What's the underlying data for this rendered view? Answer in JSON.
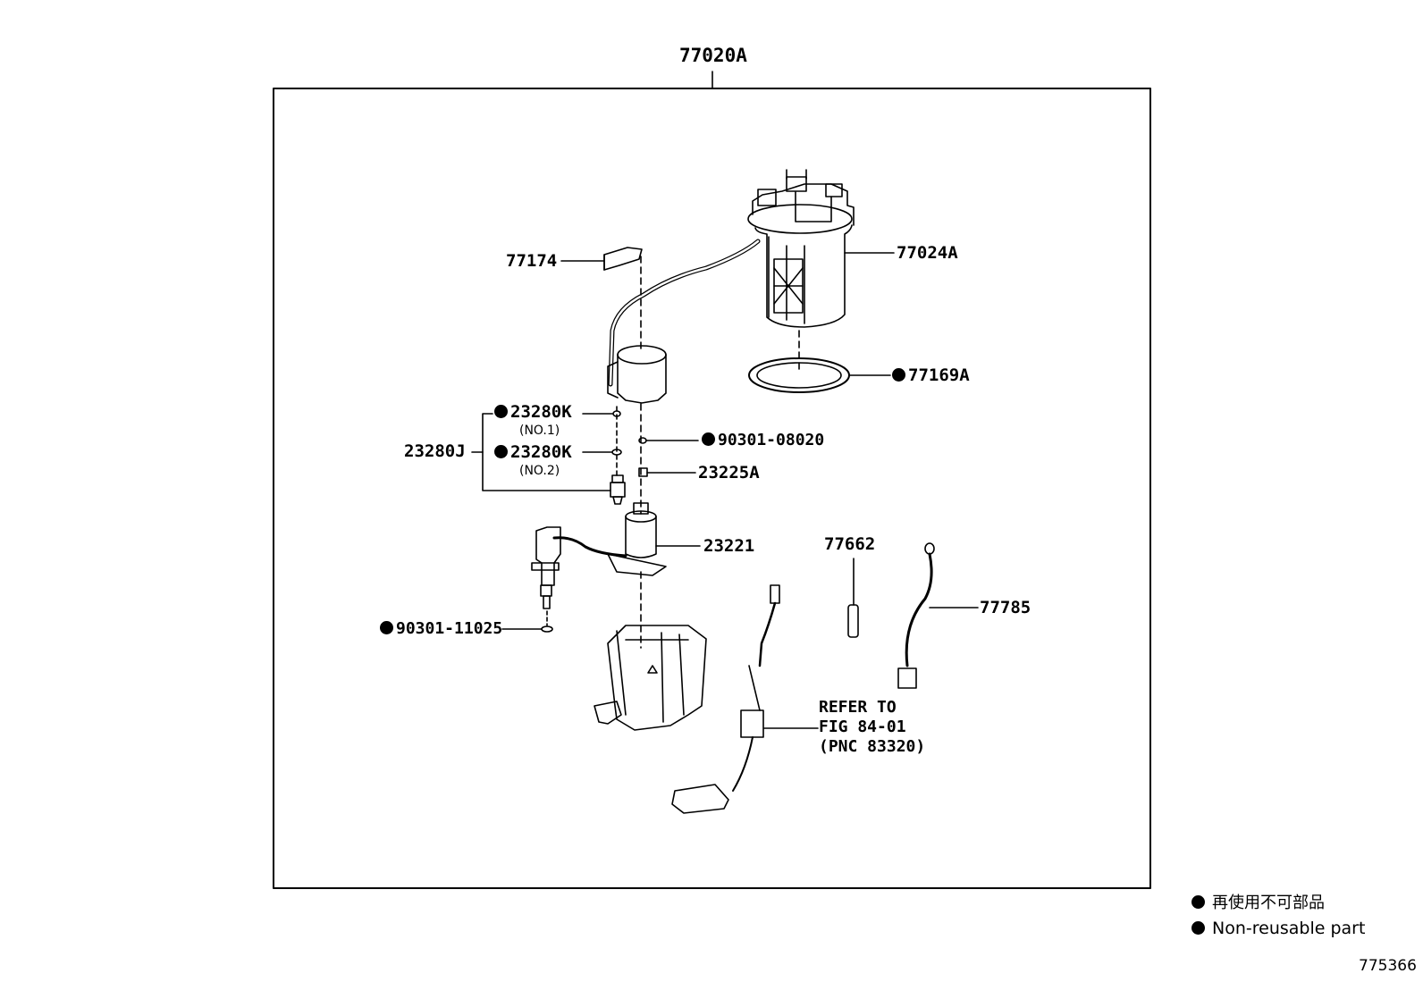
{
  "assembly_label": "77020A",
  "parts": {
    "p77024A": "77024A",
    "p77169A": "77169A",
    "p77174": "77174",
    "p23280K_1": "23280K",
    "p23280K_1_sub": "(NO.1)",
    "p23280K_2": "23280K",
    "p23280K_2_sub": "(NO.2)",
    "p23280J": "23280J",
    "p90301_08020": "90301-08020",
    "p23225A": "23225A",
    "p23221": "23221",
    "p77662": "77662",
    "p77785": "77785",
    "p90301_11025": "90301-11025"
  },
  "reference": {
    "line1": "REFER TO",
    "line2": "FIG 84-01",
    "line3": "(PNC 83320)"
  },
  "legend": {
    "japanese": "再使用不可部品",
    "english": "Non-reusable part"
  },
  "figure_number": "775366"
}
